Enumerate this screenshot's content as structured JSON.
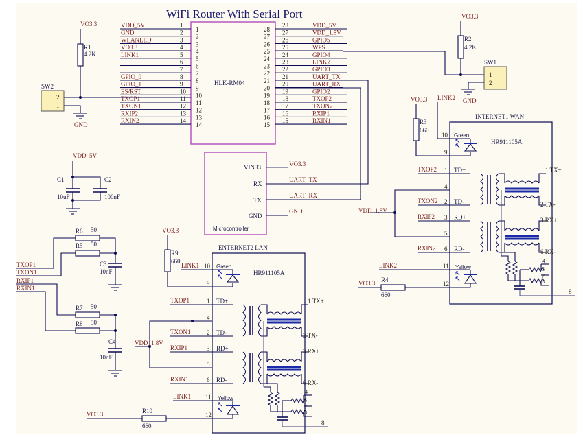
{
  "title": "WiFi Router With Serial Port",
  "module": {
    "ref": "HLK-RM04",
    "left_pins": [
      {
        "num": "1",
        "net": "VDD_5V"
      },
      {
        "num": "2",
        "net": "GND"
      },
      {
        "num": "3",
        "net": "WLANLED"
      },
      {
        "num": "4",
        "net": "VO3.3"
      },
      {
        "num": "5",
        "net": "LINK1"
      },
      {
        "num": "6",
        "net": ""
      },
      {
        "num": "7",
        "net": ""
      },
      {
        "num": "8",
        "net": "GPIO_0"
      },
      {
        "num": "9",
        "net": "GPIO_1"
      },
      {
        "num": "10",
        "net": "ES/RST"
      },
      {
        "num": "11",
        "net": "TXOP1"
      },
      {
        "num": "12",
        "net": "TXON1"
      },
      {
        "num": "13",
        "net": "RXIP2"
      },
      {
        "num": "14",
        "net": "RXIN2"
      }
    ],
    "right_pins": [
      {
        "num": "28",
        "net": "VDD_5V"
      },
      {
        "num": "27",
        "net": "VDD_1.8V"
      },
      {
        "num": "26",
        "net": "GPIO5"
      },
      {
        "num": "25",
        "net": "WPS"
      },
      {
        "num": "24",
        "net": "GPIO4"
      },
      {
        "num": "23",
        "net": "LINK2"
      },
      {
        "num": "22",
        "net": "GPIO3"
      },
      {
        "num": "21",
        "net": "UART_TX"
      },
      {
        "num": "20",
        "net": "UART_RX"
      },
      {
        "num": "19",
        "net": "GPIO2"
      },
      {
        "num": "18",
        "net": "TXOP2"
      },
      {
        "num": "17",
        "net": "TXON2"
      },
      {
        "num": "16",
        "net": "RXIP1"
      },
      {
        "num": "15",
        "net": "RXIN1"
      }
    ]
  },
  "mcu": {
    "name": "Microcontroller",
    "pins": [
      {
        "pin": "VIN33",
        "net": "VO3.3"
      },
      {
        "pin": "RX",
        "net": "UART_TX"
      },
      {
        "pin": "TX",
        "net": "UART_RX"
      },
      {
        "pin": "GND",
        "net": "GND"
      }
    ]
  },
  "sw2": {
    "ref": "SW2",
    "pin_top": "2",
    "pin_bottom": "1",
    "r_ref": "R1",
    "r_val": "4.2K",
    "supply": "VO3.3",
    "gnd": "GND"
  },
  "sw1": {
    "ref": "SW1",
    "pin_top": "1",
    "pin_bottom": "2",
    "r_ref": "R2",
    "r_val": "4.2K",
    "supply": "VO3.3",
    "gnd": "GND"
  },
  "decoupling": {
    "supply": "VDD_5V",
    "c1_ref": "C1",
    "c1_val": "10uF",
    "c2_ref": "C2",
    "c2_val": "100nF"
  },
  "termination": {
    "nets": [
      "TXOP1",
      "TXON1",
      "RXIP1",
      "RXIN1"
    ],
    "r6": {
      "ref": "R6",
      "val": "50"
    },
    "r5": {
      "ref": "R5",
      "val": "50"
    },
    "r7": {
      "ref": "R7",
      "val": "50"
    },
    "r8": {
      "ref": "R8",
      "val": "50"
    },
    "c3": {
      "ref": "C3",
      "val": "10nF"
    },
    "c4": {
      "ref": "C4",
      "val": "10nF"
    }
  },
  "wan": {
    "title": "INTERNET1 WAN",
    "part": "HR911105A",
    "led_top": "Green",
    "led_bottom": "Yellow",
    "supply": "VO3.3",
    "link": "LINK2",
    "r_led_ref": "R3",
    "r_led_val": "660",
    "r_bot_ref": "R4",
    "r_bot_val": "660",
    "vdd": "VDD_1.8V",
    "in_nets": [
      "TXOP2",
      "TXON2",
      "RXIP2",
      "RXIN2"
    ],
    "link_bottom": "LINK2",
    "supply_bottom": "VO3.3"
  },
  "lan": {
    "title": "ENTERNET2 LAN",
    "part": "HR911105A",
    "led_top": "Green",
    "led_bottom": "Yellow",
    "supply": "VO3.3",
    "link": "LINK1",
    "r_led_ref": "R9",
    "r_led_val": "660",
    "r_bot_ref": "R10",
    "r_bot_val": "660",
    "vdd": "VDD_1.8V",
    "in_nets": [
      "TXOP1",
      "TXON1",
      "RXIP1",
      "RXIN1"
    ],
    "link_bottom": "LINK1",
    "supply_bottom": "VO3.3"
  },
  "jack_pins": {
    "p10": "10",
    "p9": "9",
    "p1": "1",
    "p4": "4",
    "p2": "2",
    "p3": "3",
    "p5": "5",
    "p6": "6",
    "p11": "11",
    "p12": "12",
    "td_plus": "TD+",
    "td_minus": "TD-",
    "rd_plus": "RD+",
    "rd_minus": "RD-",
    "tx_plus": "1 TX+",
    "tx_minus": "2 TX-",
    "rx_plus": "3 RX+",
    "rx_minus": "6 RX-",
    "s4": "4",
    "s5": "5",
    "s7": "7",
    "s8": "8",
    "shield": "8"
  }
}
